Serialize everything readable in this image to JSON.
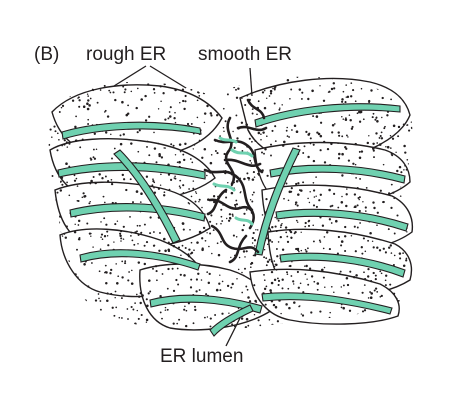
{
  "figure": {
    "panel_label": "(B)",
    "labels": {
      "rough_er": "rough ER",
      "smooth_er": "smooth ER",
      "er_lumen": "ER lumen"
    }
  },
  "colors": {
    "membrane_fill": "#6fd1b0",
    "outline": "#231f20",
    "ribosome_dot": "#231f20",
    "background": "#ffffff"
  }
}
